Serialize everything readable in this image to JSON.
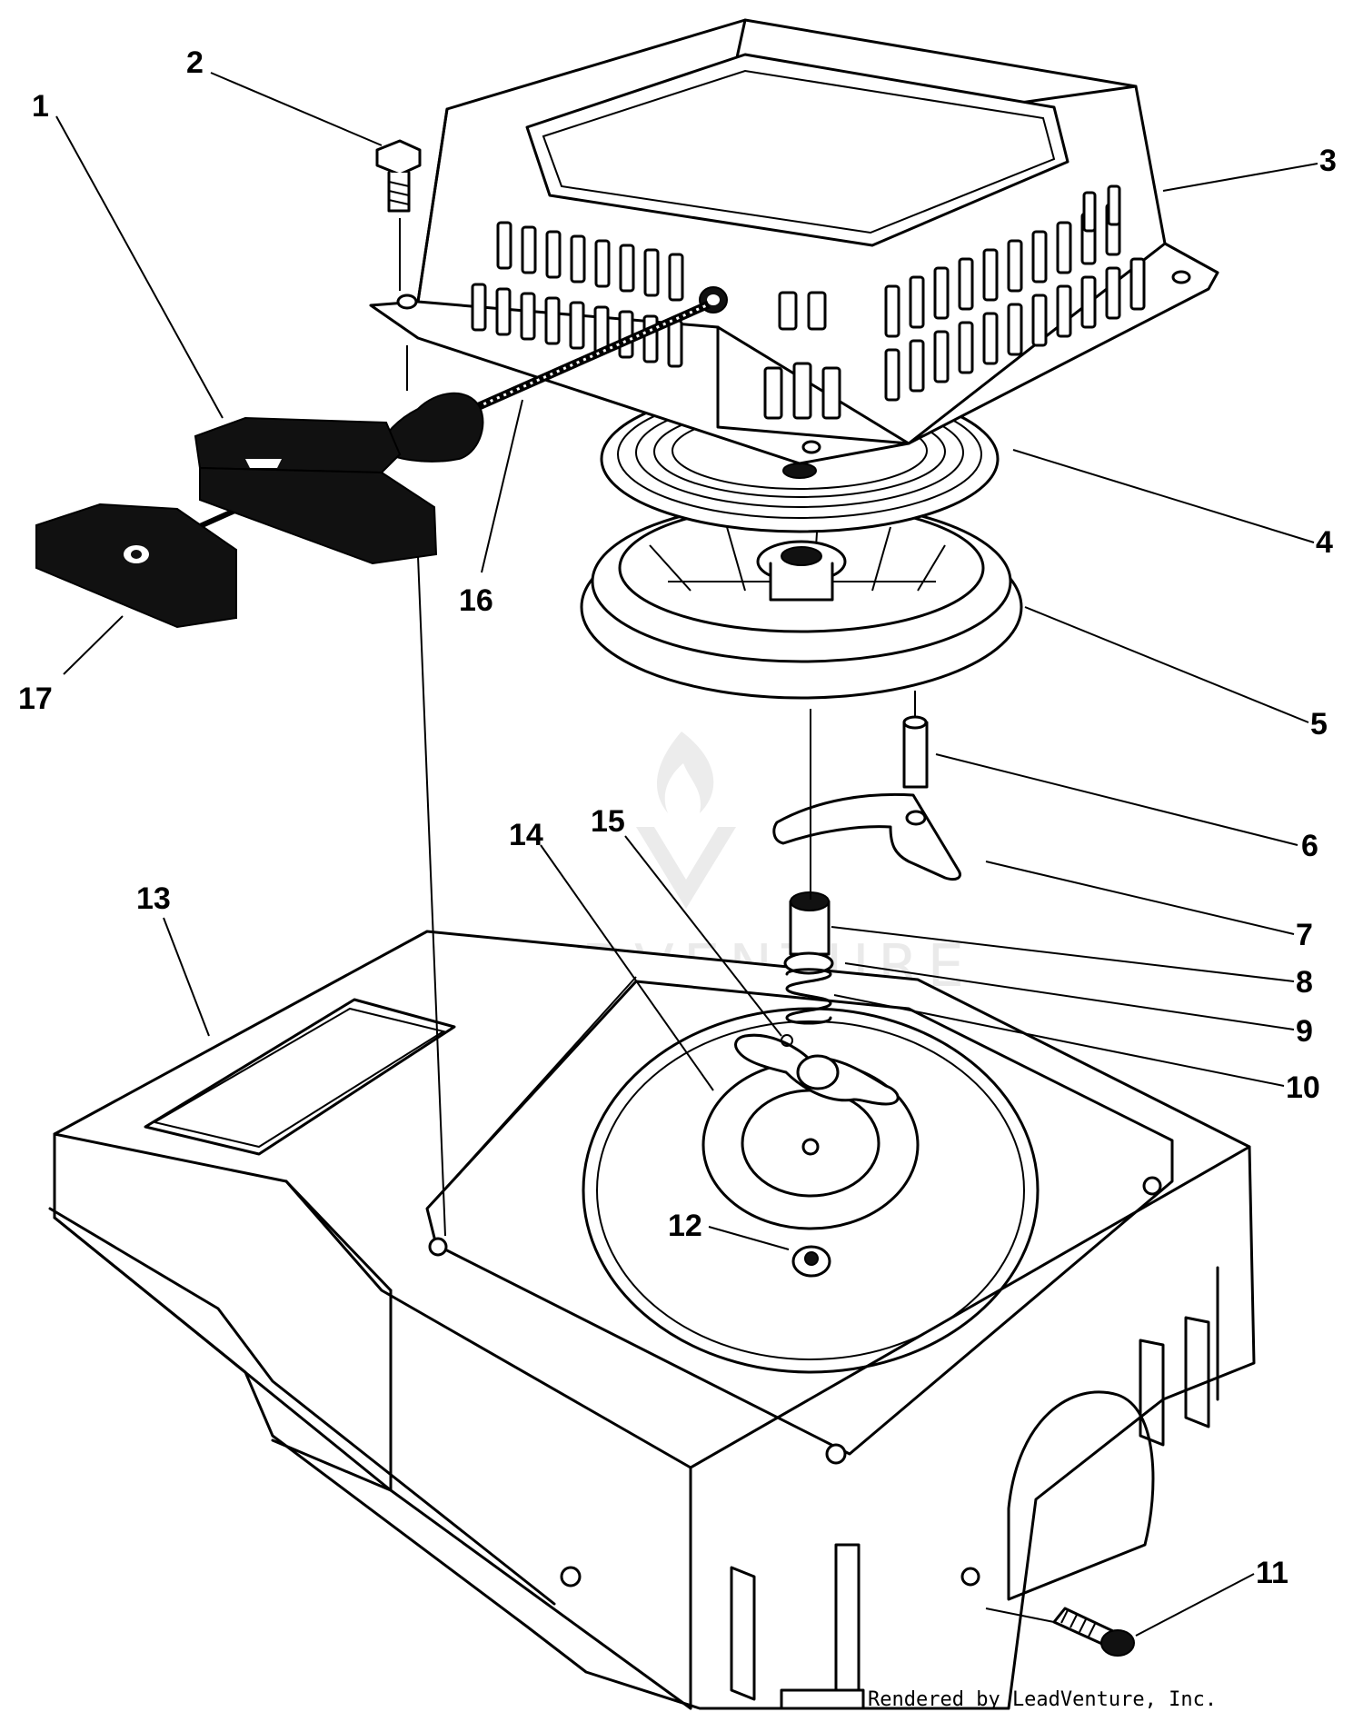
{
  "callouts": [
    {
      "id": "1",
      "label": "1"
    },
    {
      "id": "2",
      "label": "2"
    },
    {
      "id": "3",
      "label": "3"
    },
    {
      "id": "4",
      "label": "4"
    },
    {
      "id": "5",
      "label": "5"
    },
    {
      "id": "6",
      "label": "6"
    },
    {
      "id": "7",
      "label": "7"
    },
    {
      "id": "8",
      "label": "8"
    },
    {
      "id": "9",
      "label": "9"
    },
    {
      "id": "10",
      "label": "10"
    },
    {
      "id": "11",
      "label": "11"
    },
    {
      "id": "12",
      "label": "12"
    },
    {
      "id": "13",
      "label": "13"
    },
    {
      "id": "14",
      "label": "14"
    },
    {
      "id": "15",
      "label": "15"
    },
    {
      "id": "16",
      "label": "16"
    },
    {
      "id": "17",
      "label": "17"
    }
  ],
  "watermark": "LEADVENTURE",
  "credit": "Rendered by LeadVenture, Inc."
}
